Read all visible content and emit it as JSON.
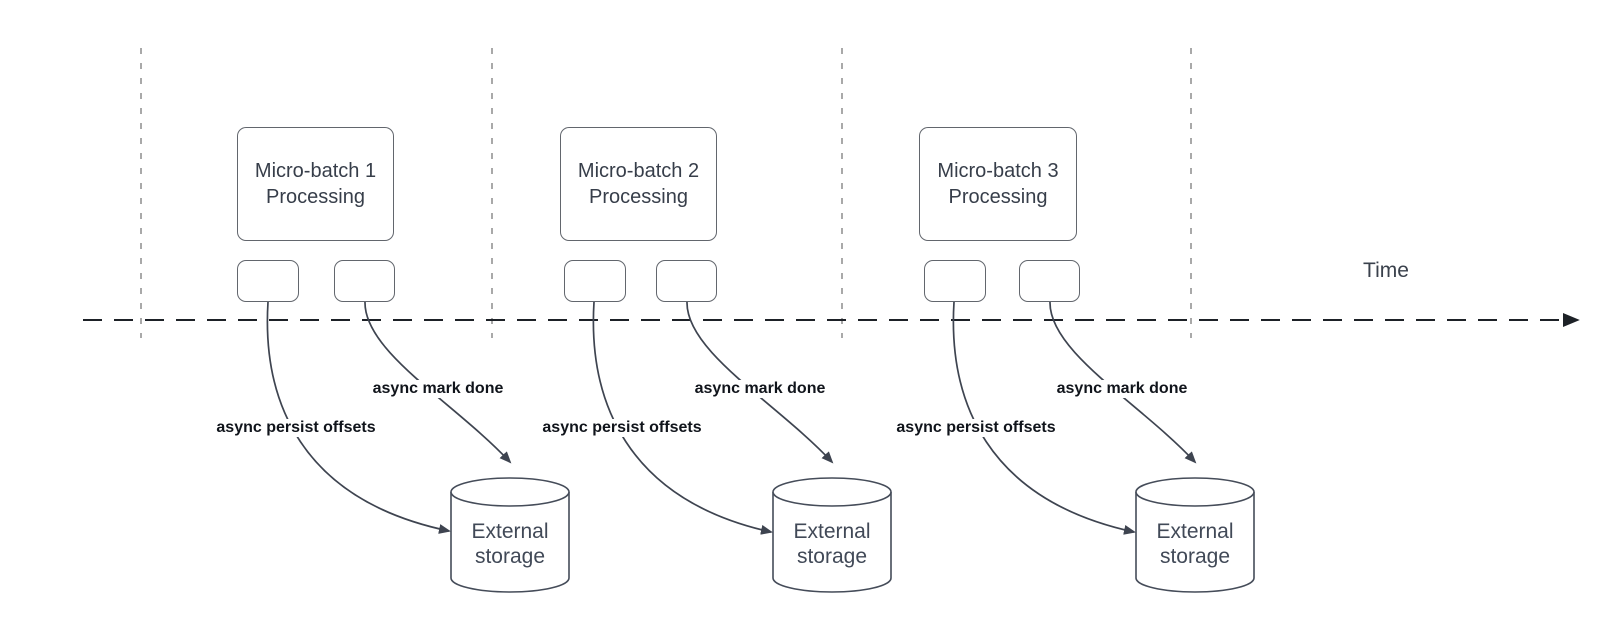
{
  "diagram": {
    "time_axis_label": "Time",
    "batches": [
      {
        "box_label": "Micro-batch 1\nProcessing",
        "persist_label": "async persist offsets",
        "done_label": "async mark done",
        "storage_label": "External\nstorage"
      },
      {
        "box_label": "Micro-batch 2\nProcessing",
        "persist_label": "async persist offsets",
        "done_label": "async mark done",
        "storage_label": "External\nstorage"
      },
      {
        "box_label": "Micro-batch 3\nProcessing",
        "persist_label": "async persist offsets",
        "done_label": "async mark done",
        "storage_label": "External\nstorage"
      }
    ],
    "colors": {
      "background": "#ffffff",
      "box_border": "#62666d",
      "box_text": "#373e4a",
      "guide_line": "#a9a9a9",
      "time_axis": "#1d2127",
      "arrow_stroke": "#3e4450",
      "async_label_text": "#10141b",
      "storage_text": "#414957"
    }
  }
}
